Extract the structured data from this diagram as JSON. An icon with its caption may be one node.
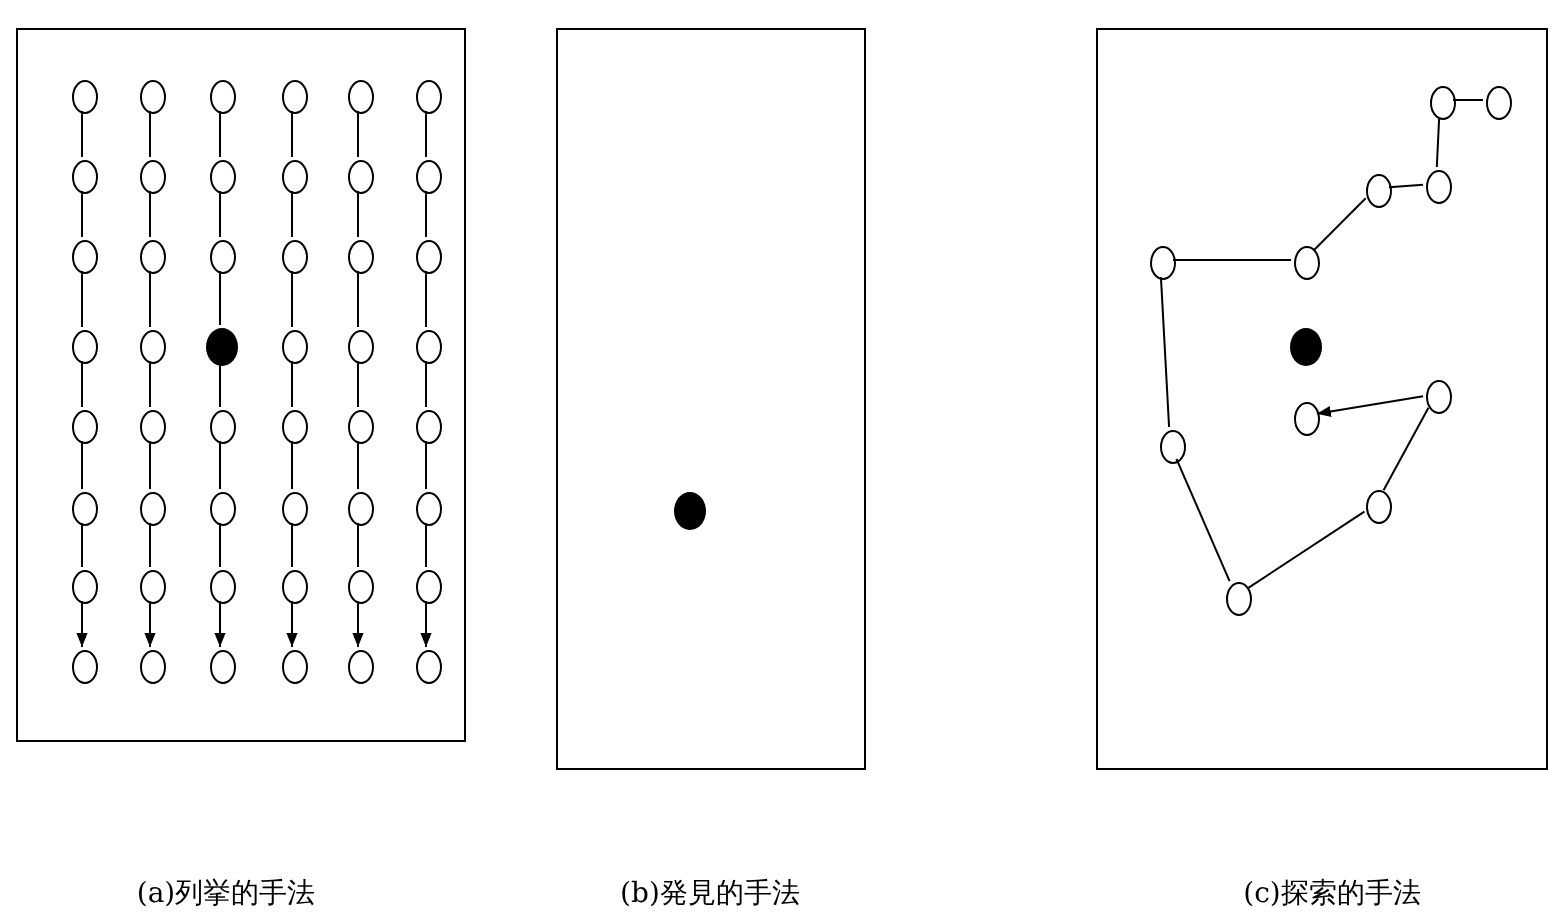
{
  "diagram": {
    "nodes": [
      {
        "text": [],
        "shape": "box"
      },
      {
        "text": [],
        "shape": "circle",
        "in": 0
      },
      {
        "text": [],
        "shape": "circle",
        "in": 0
      },
      {
        "text": [],
        "shape": "circle",
        "in": 0
      },
      {
        "text": [],
        "shape": "circle",
        "in": 0
      },
      {
        "text": [],
        "shape": "circle",
        "in": 0
      },
      {
        "text": [],
        "shape": "circle",
        "in": 0
      },
      {
        "text": [],
        "shape": "circle",
        "in": 0
      },
      {
        "text": [],
        "shape": "circle",
        "in": 0
      },
      {
        "text": [],
        "shape": "circle",
        "in": 0
      },
      {
        "text": [],
        "shape": "circle",
        "in": 0
      },
      {
        "text": [],
        "shape": "circle",
        "in": 0
      },
      {
        "text": [],
        "shape": "circle",
        "in": 0
      },
      {
        "text": [],
        "shape": "circle",
        "in": 0
      },
      {
        "text": [],
        "shape": "circle",
        "in": 0
      },
      {
        "text": [],
        "shape": "circle",
        "in": 0
      },
      {
        "text": [],
        "shape": "circle",
        "in": 0
      },
      {
        "text": [],
        "shape": "circle",
        "in": 0
      },
      {
        "text": [],
        "shape": "circle",
        "in": 0
      },
      {
        "text": [],
        "shape": "circle",
        "in": 0
      },
      {
        "text": [],
        "shape": "circle",
        "in": 0
      },
      {
        "text": [],
        "shape": "dot",
        "in": 0
      },
      {
        "text": [],
        "shape": "circle",
        "in": 0
      },
      {
        "text": [],
        "shape": "circle",
        "in": 0
      },
      {
        "text": [],
        "shape": "circle",
        "in": 0
      },
      {
        "text": [],
        "shape": "circle",
        "in": 0
      },
      {
        "text": [],
        "shape": "circle",
        "in": 0
      },
      {
        "text": [],
        "shape": "circle",
        "in": 0
      },
      {
        "text": [],
        "shape": "circle",
        "in": 0
      },
      {
        "text": [],
        "shape": "circle",
        "in": 0
      },
      {
        "text": [],
        "shape": "circle",
        "in": 0
      },
      {
        "text": [],
        "shape": "circle",
        "in": 0
      },
      {
        "text": [],
        "shape": "circle",
        "in": 0
      },
      {
        "text": [],
        "shape": "circle",
        "in": 0
      },
      {
        "text": [],
        "shape": "circle",
        "in": 0
      },
      {
        "text": [],
        "shape": "circle",
        "in": 0
      },
      {
        "text": [],
        "shape": "circle",
        "in": 0
      },
      {
        "text": [],
        "shape": "circle",
        "in": 0
      },
      {
        "text": [],
        "shape": "circle",
        "in": 0
      },
      {
        "text": [],
        "shape": "circle",
        "in": 0
      },
      {
        "text": [],
        "shape": "circle",
        "in": 0
      },
      {
        "text": [],
        "shape": "circle",
        "in": 0
      },
      {
        "text": [],
        "shape": "circle",
        "in": 0
      },
      {
        "text": [],
        "shape": "circle",
        "in": 0
      },
      {
        "text": [],
        "shape": "circle",
        "in": 0
      },
      {
        "text": [],
        "shape": "circle",
        "in": 0
      },
      {
        "text": [],
        "shape": "circle",
        "in": 0
      },
      {
        "text": [],
        "shape": "circle",
        "in": 0
      },
      {
        "text": [],
        "shape": "circle",
        "in": 0
      },
      {
        "text": [],
        "shape": "box"
      },
      {
        "text": [],
        "shape": "dot",
        "in": 49
      },
      {
        "text": [],
        "shape": "box"
      },
      {
        "text": [],
        "shape": "circle",
        "in": 51
      },
      {
        "text": [],
        "shape": "circle",
        "in": 51
      },
      {
        "text": [],
        "shape": "circle",
        "in": 51
      },
      {
        "text": [],
        "shape": "circle",
        "in": 51
      },
      {
        "text": [],
        "shape": "circle",
        "in": 51
      },
      {
        "text": [],
        "shape": "circle",
        "in": 51
      },
      {
        "text": [],
        "shape": "dot",
        "in": 51
      },
      {
        "text": [],
        "shape": "circle",
        "in": 51
      },
      {
        "text": [],
        "shape": "circle",
        "in": 51
      },
      {
        "text": [],
        "shape": "circle",
        "in": 51
      },
      {
        "text": [],
        "shape": "circle",
        "in": 51
      },
      {
        "text": [],
        "shape": "circle",
        "in": 51
      }
    ],
    "edges": [
      {
        "from": 1,
        "to": 7,
        "arrow": "none"
      },
      {
        "from": 7,
        "to": 13,
        "arrow": "none"
      },
      {
        "from": 13,
        "to": 19,
        "arrow": "none"
      },
      {
        "from": 19,
        "to": 25,
        "arrow": "none"
      },
      {
        "from": 25,
        "to": 31,
        "arrow": "none"
      },
      {
        "from": 31,
        "to": 37,
        "arrow": "none"
      },
      {
        "from": 37,
        "to": 43,
        "arrow": "to"
      },
      {
        "from": 2,
        "to": 8,
        "arrow": "none"
      },
      {
        "from": 8,
        "to": 14,
        "arrow": "none"
      },
      {
        "from": 14,
        "to": 20,
        "arrow": "none"
      },
      {
        "from": 20,
        "to": 26,
        "arrow": "none"
      },
      {
        "from": 26,
        "to": 32,
        "arrow": "none"
      },
      {
        "from": 32,
        "to": 38,
        "arrow": "none"
      },
      {
        "from": 38,
        "to": 44,
        "arrow": "to"
      },
      {
        "from": 3,
        "to": 9,
        "arrow": "none"
      },
      {
        "from": 9,
        "to": 15,
        "arrow": "none"
      },
      {
        "from": 15,
        "to": 21,
        "arrow": "none"
      },
      {
        "from": 21,
        "to": 27,
        "arrow": "none"
      },
      {
        "from": 27,
        "to": 33,
        "arrow": "none"
      },
      {
        "from": 33,
        "to": 39,
        "arrow": "none"
      },
      {
        "from": 39,
        "to": 45,
        "arrow": "to"
      },
      {
        "from": 4,
        "to": 10,
        "arrow": "none"
      },
      {
        "from": 10,
        "to": 16,
        "arrow": "none"
      },
      {
        "from": 16,
        "to": 22,
        "arrow": "none"
      },
      {
        "from": 22,
        "to": 28,
        "arrow": "none"
      },
      {
        "from": 28,
        "to": 34,
        "arrow": "none"
      },
      {
        "from": 34,
        "to": 40,
        "arrow": "none"
      },
      {
        "from": 40,
        "to": 46,
        "arrow": "to"
      },
      {
        "from": 5,
        "to": 11,
        "arrow": "none"
      },
      {
        "from": 11,
        "to": 17,
        "arrow": "none"
      },
      {
        "from": 17,
        "to": 23,
        "arrow": "none"
      },
      {
        "from": 23,
        "to": 29,
        "arrow": "none"
      },
      {
        "from": 29,
        "to": 35,
        "arrow": "none"
      },
      {
        "from": 35,
        "to": 41,
        "arrow": "none"
      },
      {
        "from": 41,
        "to": 47,
        "arrow": "to"
      },
      {
        "from": 6,
        "to": 12,
        "arrow": "none"
      },
      {
        "from": 12,
        "to": 18,
        "arrow": "none"
      },
      {
        "from": 18,
        "to": 24,
        "arrow": "none"
      },
      {
        "from": 24,
        "to": 30,
        "arrow": "none"
      },
      {
        "from": 30,
        "to": 36,
        "arrow": "none"
      },
      {
        "from": 36,
        "to": 42,
        "arrow": "none"
      },
      {
        "from": 42,
        "to": 48,
        "arrow": "to"
      },
      {
        "from": 53,
        "to": 52,
        "arrow": "none"
      },
      {
        "from": 52,
        "to": 55,
        "arrow": "none"
      },
      {
        "from": 55,
        "to": 54,
        "arrow": "none"
      },
      {
        "from": 54,
        "to": 57,
        "arrow": "none"
      },
      {
        "from": 57,
        "to": 56,
        "arrow": "none"
      },
      {
        "from": 56,
        "to": 61,
        "arrow": "none"
      },
      {
        "from": 61,
        "to": 63,
        "arrow": "none"
      },
      {
        "from": 63,
        "to": 62,
        "arrow": "none"
      },
      {
        "from": 62,
        "to": 59,
        "arrow": "none"
      },
      {
        "from": 59,
        "to": 60,
        "arrow": "to"
      }
    ],
    "labels": [
      "(a)列挙的手法",
      "(b)発見的手法",
      "(c)探索的手法"
    ]
  }
}
